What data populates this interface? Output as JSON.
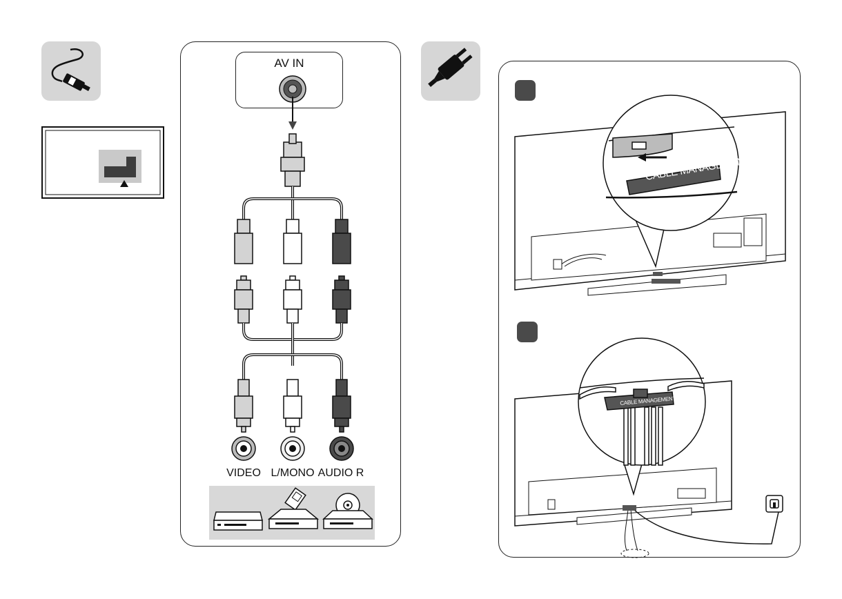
{
  "panel_av": {
    "jack_title": "AV IN",
    "labels": {
      "video": "VIDEO",
      "lmono": "L/MONO",
      "audio_r": "AUDIO R"
    }
  },
  "panel_tv": {
    "clip_text_1": "CABLE MANAGEMENT",
    "clip_text_2": "CABLE MANAGEMENT"
  },
  "colors": {
    "icon_bg": "#d6d6d6",
    "plug_light": "#d3d3d3",
    "plug_white": "#ffffff",
    "plug_dark": "#4a4a4a",
    "devices_bg": "#d8d8d8"
  },
  "icons": [
    "cable-icon",
    "power-plug-icon",
    "av-port-location-icon",
    "dvd-player-icon",
    "set-top-box-icon",
    "blu-ray-player-icon",
    "wall-outlet-icon"
  ]
}
